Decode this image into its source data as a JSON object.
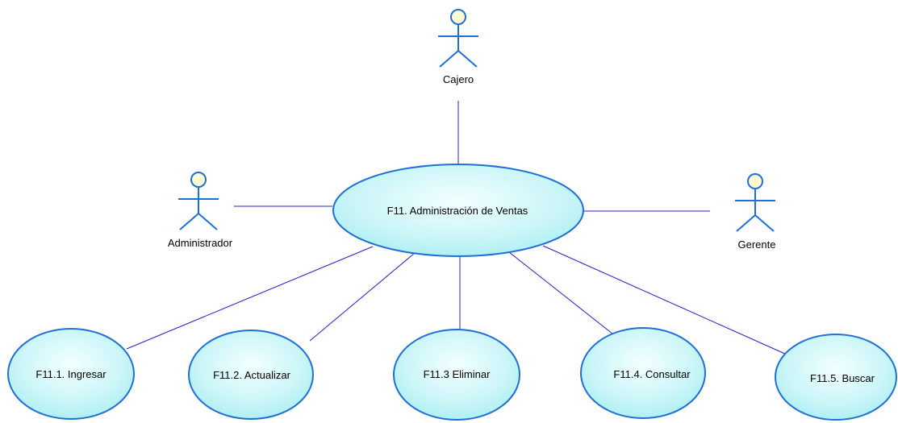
{
  "colors": {
    "line": "#2020c8",
    "actor_stroke": "#1f6fd6",
    "actor_head_fill": "#fffbd0",
    "usecase_stroke": "#1f6fd6",
    "usecase_fill_light": "#eefdfd",
    "usecase_fill_dark": "#a9eef2",
    "text": "#000000"
  },
  "actors": [
    {
      "id": "cajero",
      "label": "Cajero",
      "icon": "stick-figure-icon"
    },
    {
      "id": "administrador",
      "label": "Administrador",
      "icon": "stick-figure-icon"
    },
    {
      "id": "gerente",
      "label": "Gerente",
      "icon": "stick-figure-icon"
    }
  ],
  "main_use_case": {
    "id": "f11",
    "label": "F11. Administración de Ventas"
  },
  "sub_use_cases": [
    {
      "id": "f11-1",
      "label": "F11.1. Ingresar"
    },
    {
      "id": "f11-2",
      "label": "F11.2. Actualizar"
    },
    {
      "id": "f11-3",
      "label": "F11.3 Eliminar"
    },
    {
      "id": "f11-4",
      "label": "F11.4. Consultar"
    },
    {
      "id": "f11-5",
      "label": "F11.5. Buscar"
    }
  ]
}
